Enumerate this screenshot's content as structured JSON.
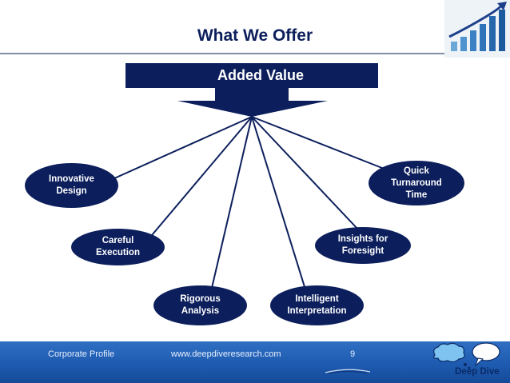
{
  "title": "What We Offer",
  "banner_label": "Added Value",
  "offerings": [
    "Innovative\nDesign",
    "Careful\nExecution",
    "Rigorous\nAnalysis",
    "Intelligent\nInterpretation",
    "Insights for\nForesight",
    "Quick\nTurnaround\nTime"
  ],
  "footer": {
    "profile": "Corporate Profile",
    "website": "www.deepdiveresearch.com",
    "page_number": "9",
    "brand": "Deep Dive"
  },
  "colors": {
    "navy": "#0c1f5c",
    "footer_blue": "#1e5bb0",
    "cloud": "#7fc4f0"
  },
  "icons": [
    "bar-chart-growth-icon",
    "cloud-bubble-icon"
  ]
}
